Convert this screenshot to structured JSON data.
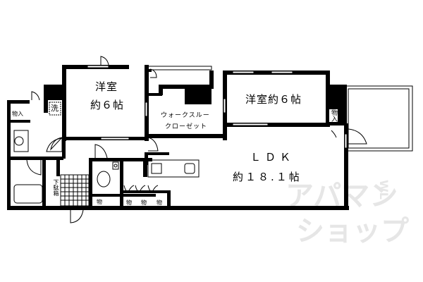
{
  "floor_plan": {
    "rooms": {
      "western_room_1": {
        "name": "洋室",
        "size": "約６帖"
      },
      "walk_through_closet": {
        "line1": "ウォークスルー",
        "line2": "クローゼット"
      },
      "western_room_2": {
        "label": "洋室約６帖"
      },
      "ldk": {
        "name": "ＬＤＫ",
        "size": "約１８.１帖"
      }
    },
    "tags": {
      "storage_left": "物入",
      "washer": "洗",
      "storage_right": "物入",
      "shoe_box": "下駄箱",
      "storage_small": "物"
    },
    "small_storage_count": 4
  },
  "watermark": {
    "line1": "アパマン",
    "line2": "ショップ",
    "mark": "WL"
  },
  "colors": {
    "wall": "#000000",
    "background": "#ffffff",
    "watermark": "#e6e6e6"
  }
}
